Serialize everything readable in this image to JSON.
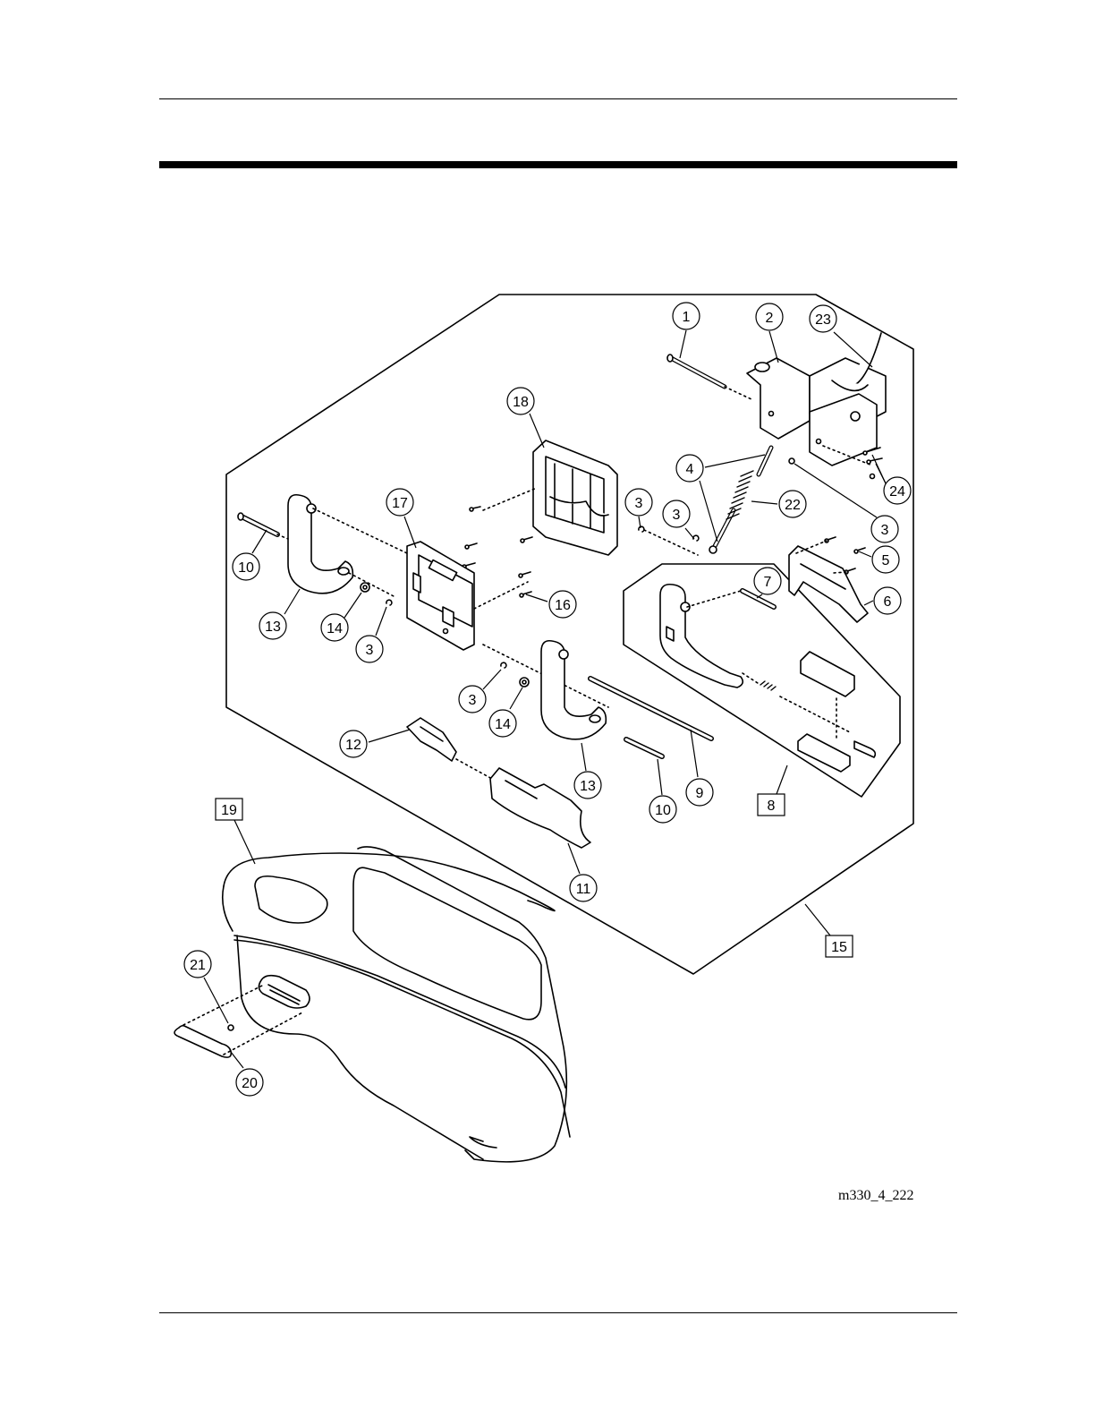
{
  "figure_id": "m330_4_222",
  "callouts": [
    {
      "id": "c1",
      "label": "1",
      "shape": "circle"
    },
    {
      "id": "c2",
      "label": "2",
      "shape": "circle"
    },
    {
      "id": "c23",
      "label": "23",
      "shape": "circle"
    },
    {
      "id": "c18",
      "label": "18",
      "shape": "circle"
    },
    {
      "id": "c4",
      "label": "4",
      "shape": "circle"
    },
    {
      "id": "c24",
      "label": "24",
      "shape": "circle"
    },
    {
      "id": "c22",
      "label": "22",
      "shape": "circle"
    },
    {
      "id": "c3a",
      "label": "3",
      "shape": "circle"
    },
    {
      "id": "c3b",
      "label": "3",
      "shape": "circle"
    },
    {
      "id": "c3c",
      "label": "3",
      "shape": "circle"
    },
    {
      "id": "c17",
      "label": "17",
      "shape": "circle"
    },
    {
      "id": "c10a",
      "label": "10",
      "shape": "circle"
    },
    {
      "id": "c13a",
      "label": "13",
      "shape": "circle"
    },
    {
      "id": "c14a",
      "label": "14",
      "shape": "circle"
    },
    {
      "id": "c3d",
      "label": "3",
      "shape": "circle"
    },
    {
      "id": "c16",
      "label": "16",
      "shape": "circle"
    },
    {
      "id": "c5",
      "label": "5",
      "shape": "circle"
    },
    {
      "id": "c7",
      "label": "7",
      "shape": "circle"
    },
    {
      "id": "c6",
      "label": "6",
      "shape": "circle"
    },
    {
      "id": "c3e",
      "label": "3",
      "shape": "circle"
    },
    {
      "id": "c14b",
      "label": "14",
      "shape": "circle"
    },
    {
      "id": "c12",
      "label": "12",
      "shape": "circle"
    },
    {
      "id": "c13b",
      "label": "13",
      "shape": "circle"
    },
    {
      "id": "c9",
      "label": "9",
      "shape": "circle"
    },
    {
      "id": "c10b",
      "label": "10",
      "shape": "circle"
    },
    {
      "id": "c8",
      "label": "8",
      "shape": "square"
    },
    {
      "id": "c19",
      "label": "19",
      "shape": "square"
    },
    {
      "id": "c11",
      "label": "11",
      "shape": "circle"
    },
    {
      "id": "c15",
      "label": "15",
      "shape": "square"
    },
    {
      "id": "c21",
      "label": "21",
      "shape": "circle"
    },
    {
      "id": "c20",
      "label": "20",
      "shape": "circle"
    }
  ]
}
